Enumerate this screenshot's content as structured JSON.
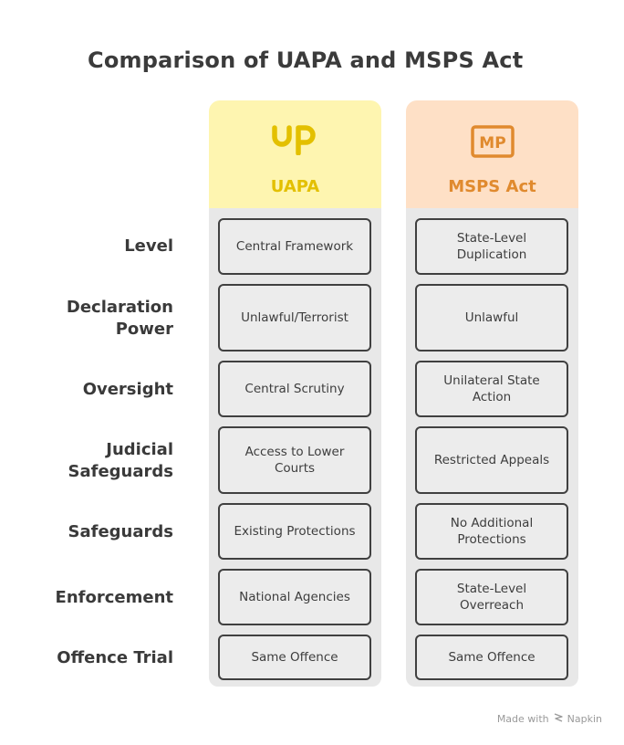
{
  "title": "Comparison of UAPA and MSPS Act",
  "columns": [
    {
      "name": "UAPA",
      "logo": "UP",
      "color": "#e3c000",
      "bg": "#fef5b0"
    },
    {
      "name": "MSPS Act",
      "logo": "MP",
      "color": "#e08a2e",
      "bg": "#fee0c6"
    }
  ],
  "rows": [
    {
      "label": "Level",
      "uapa": "Central Framework",
      "msps": "State-Level Duplication"
    },
    {
      "label": "Declaration Power",
      "uapa": "Unlawful/Terrorist",
      "msps": "Unlawful"
    },
    {
      "label": "Oversight",
      "uapa": "Central Scrutiny",
      "msps": "Unilateral State Action"
    },
    {
      "label": "Judicial Safeguards",
      "uapa": "Access to Lower Courts",
      "msps": "Restricted Appeals"
    },
    {
      "label": "Safeguards",
      "uapa": "Existing Protections",
      "msps": "No Additional Protections"
    },
    {
      "label": "Enforcement",
      "uapa": "National Agencies",
      "msps": "State-Level Overreach"
    },
    {
      "label": "Offence Trial",
      "uapa": "Same Offence",
      "msps": "Same Offence"
    }
  ],
  "footer": {
    "made_with": "Made with",
    "brand": "Napkin"
  }
}
